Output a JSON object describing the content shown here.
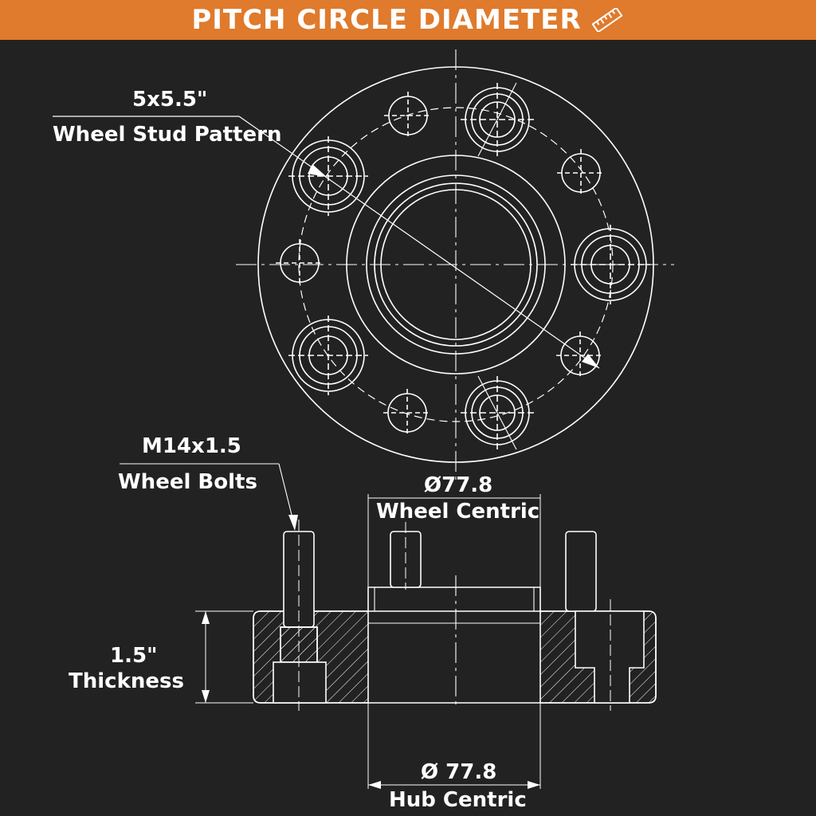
{
  "banner": {
    "title": "PITCH CIRCLE DIAMETER",
    "icon": "ruler-icon",
    "color": "#e07a2c"
  },
  "stud_pattern": {
    "value": "5x5.5\"",
    "label": "Wheel Stud Pattern"
  },
  "wheel_bolts": {
    "value": "M14x1.5",
    "label": "Wheel Bolts"
  },
  "wheel_centric": {
    "value": "Ø77.8",
    "label": "Wheel Centric"
  },
  "thickness": {
    "value": "1.5\"",
    "label": "Thickness"
  },
  "hub_centric": {
    "value": "Ø 77.8",
    "label": "Hub Centric"
  },
  "colors": {
    "background": "#222222",
    "line": "#ffffff"
  }
}
